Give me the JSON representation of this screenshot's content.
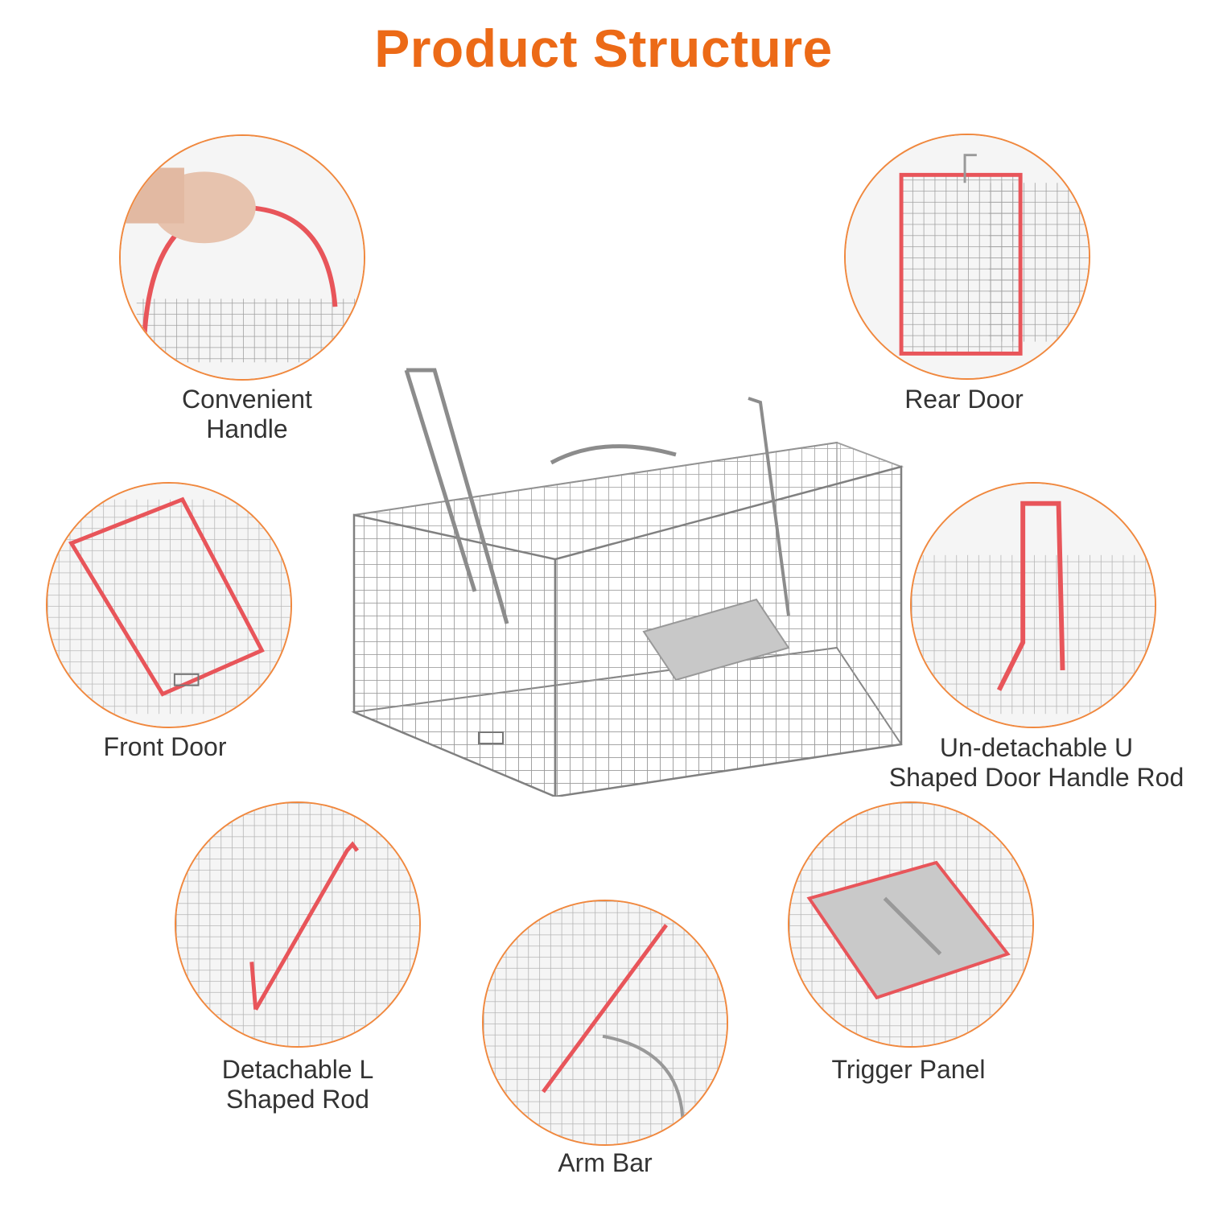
{
  "title": "Product Structure",
  "accent_color": "#ec6a17",
  "highlight_color": "#e8555a",
  "callouts": [
    {
      "id": "handle",
      "line1": "Convenient",
      "line2": "Handle"
    },
    {
      "id": "rear-door",
      "line1": "Rear Door",
      "line2": ""
    },
    {
      "id": "front-door",
      "line1": "Front Door",
      "line2": ""
    },
    {
      "id": "u-rod",
      "line1": "Un-detachable U",
      "line2": "Shaped Door Handle Rod"
    },
    {
      "id": "l-rod",
      "line1": "Detachable L",
      "line2": "Shaped Rod"
    },
    {
      "id": "arm-bar",
      "line1": "Arm Bar",
      "line2": ""
    },
    {
      "id": "trigger-panel",
      "line1": "Trigger Panel",
      "line2": ""
    }
  ]
}
